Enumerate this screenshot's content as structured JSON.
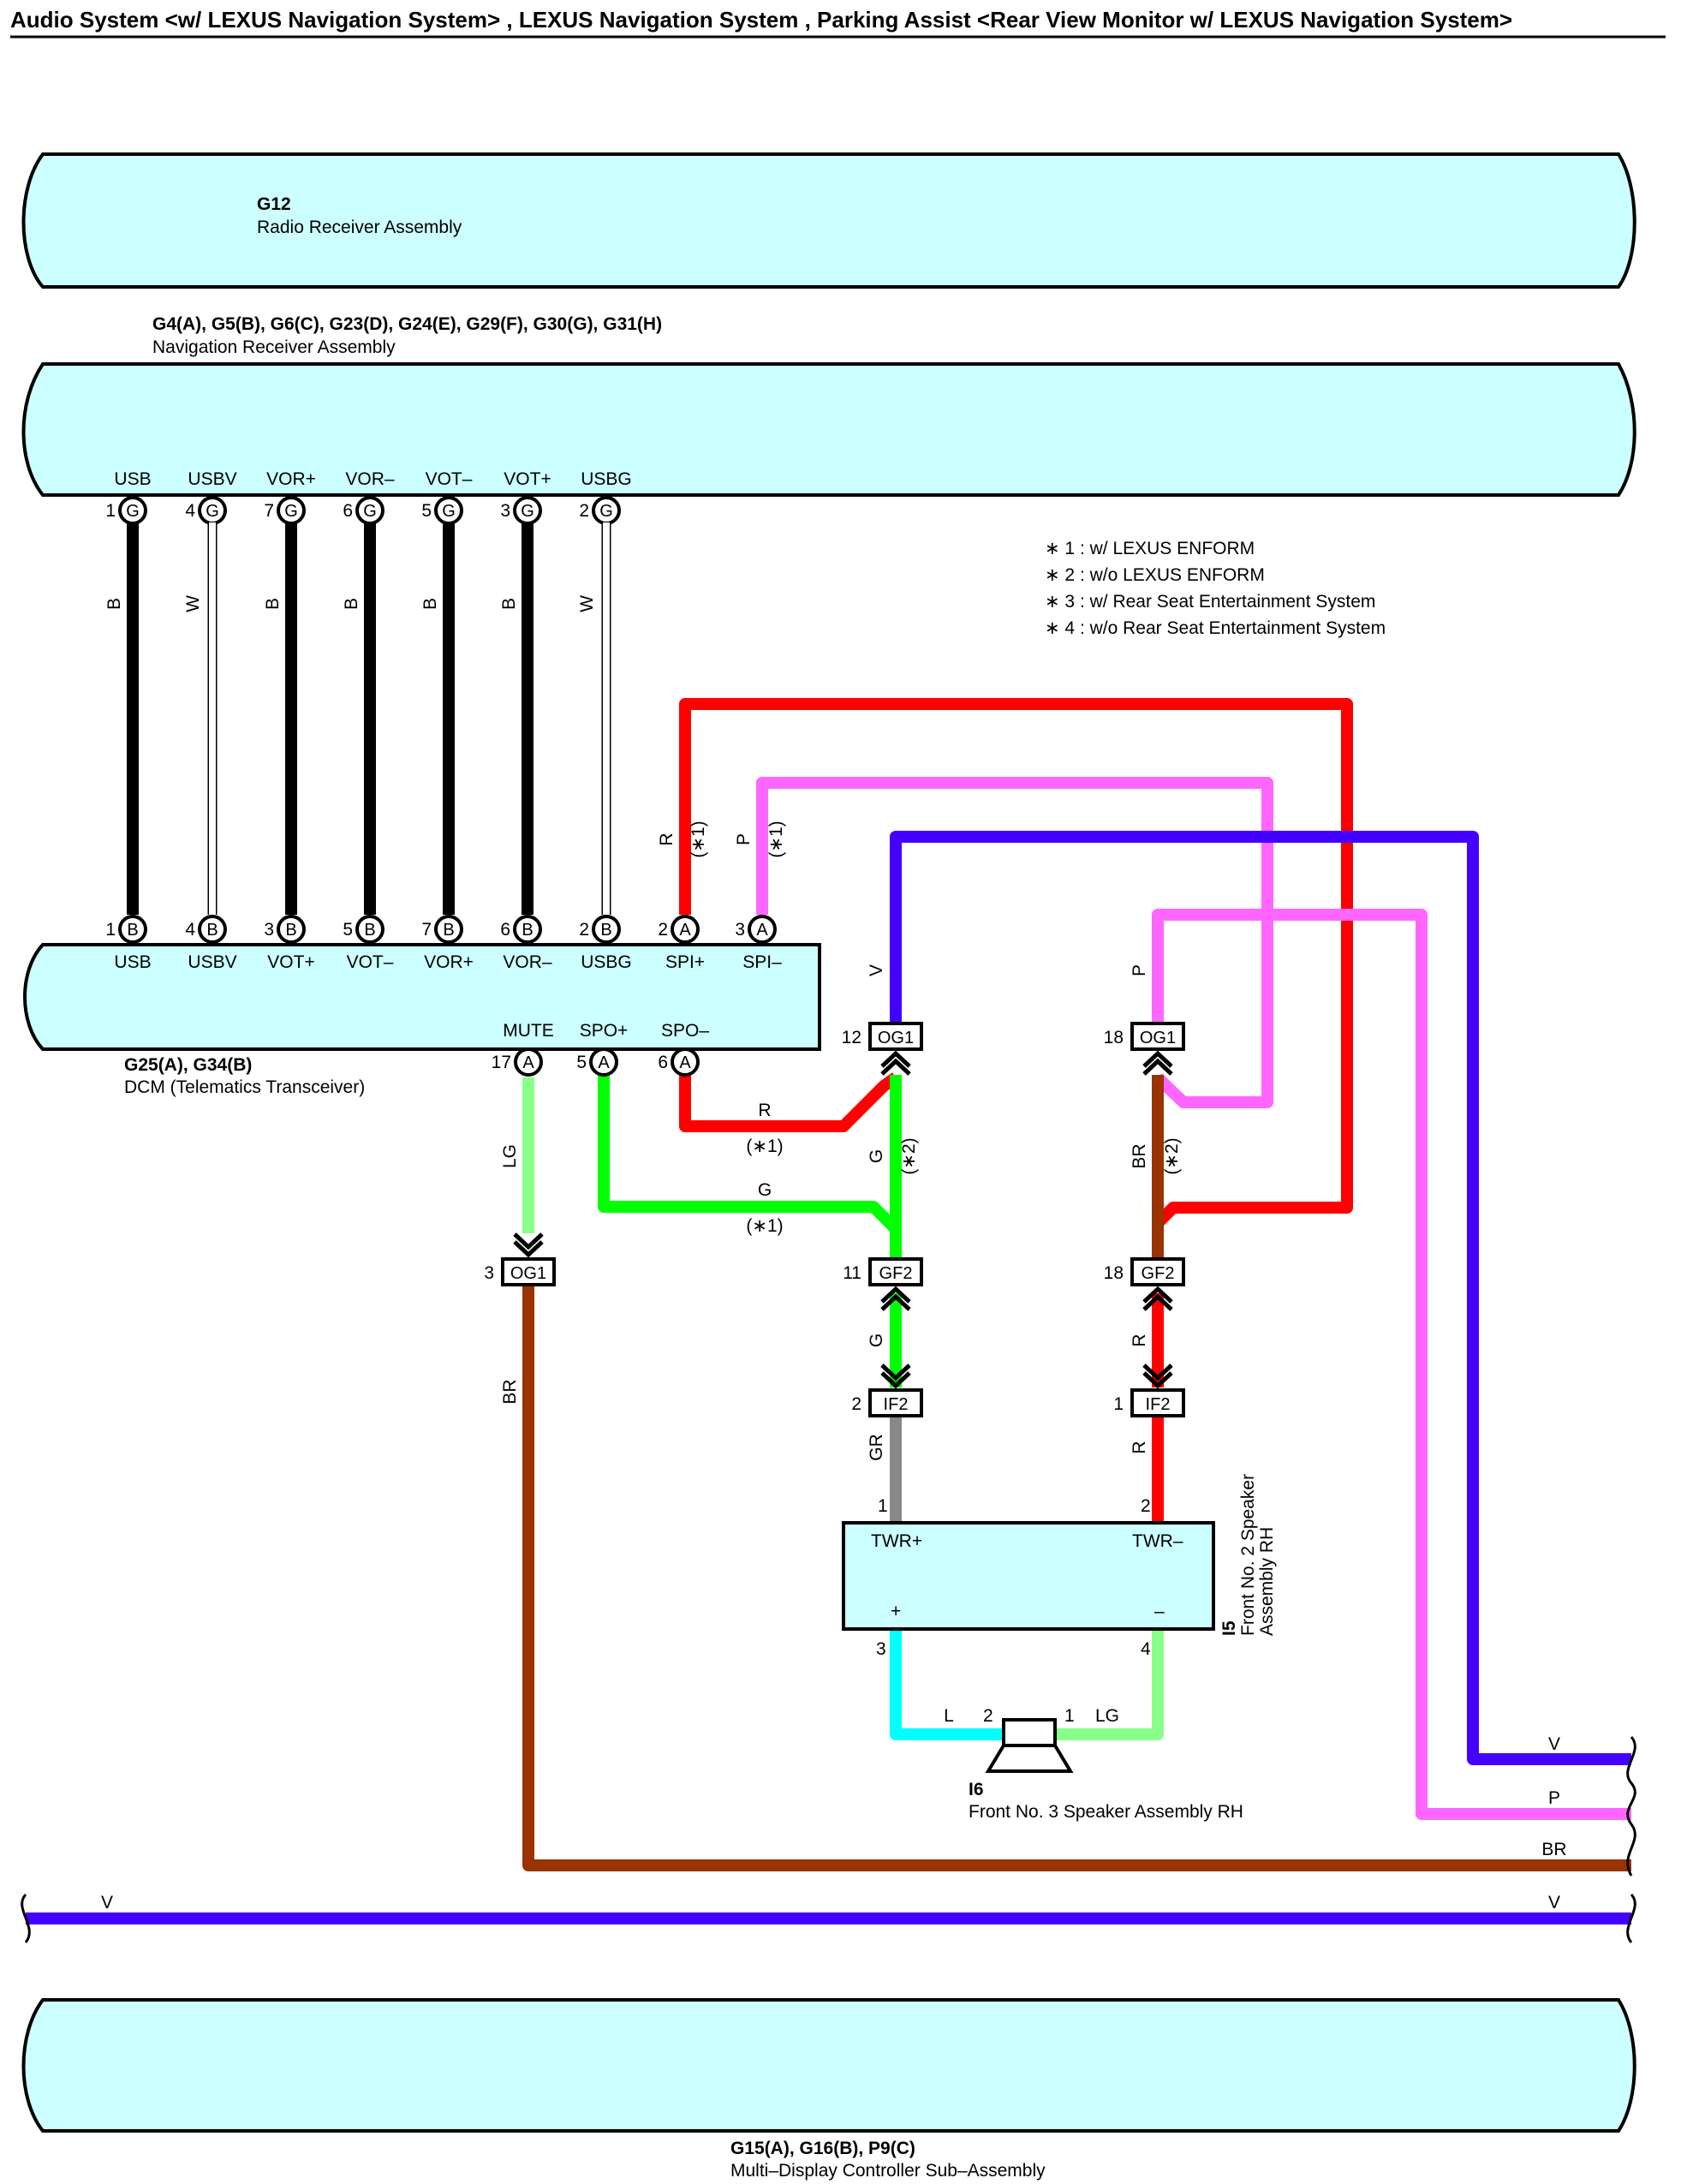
{
  "title": "Audio System <w/ LEXUS Navigation System> , LEXUS Navigation System , Parking Assist <Rear View Monitor w/ LEXUS Navigation System>",
  "components": {
    "radio": {
      "code": "G12",
      "name": "Radio Receiver Assembly"
    },
    "nav": {
      "code": "G4(A), G5(B), G6(C), G23(D), G24(E), G29(F), G30(G), G31(H)",
      "name": "Navigation Receiver Assembly",
      "pins": [
        {
          "label": "USB",
          "num": "1",
          "conn": "G"
        },
        {
          "label": "USBV",
          "num": "4",
          "conn": "G"
        },
        {
          "label": "VOR+",
          "num": "7",
          "conn": "G"
        },
        {
          "label": "VOR–",
          "num": "6",
          "conn": "G"
        },
        {
          "label": "VOT–",
          "num": "5",
          "conn": "G"
        },
        {
          "label": "VOT+",
          "num": "3",
          "conn": "G"
        },
        {
          "label": "USBG",
          "num": "2",
          "conn": "G"
        }
      ]
    },
    "dcm": {
      "code": "G25(A), G34(B)",
      "name": "DCM (Telematics Transceiver)",
      "top_pins": [
        {
          "label": "USB",
          "num": "1",
          "conn": "B"
        },
        {
          "label": "USBV",
          "num": "4",
          "conn": "B"
        },
        {
          "label": "VOT+",
          "num": "3",
          "conn": "B"
        },
        {
          "label": "VOT–",
          "num": "5",
          "conn": "B"
        },
        {
          "label": "VOR+",
          "num": "7",
          "conn": "B"
        },
        {
          "label": "VOR–",
          "num": "6",
          "conn": "B"
        },
        {
          "label": "USBG",
          "num": "2",
          "conn": "B"
        },
        {
          "label": "SPI+",
          "num": "2",
          "conn": "A"
        },
        {
          "label": "SPI–",
          "num": "3",
          "conn": "A"
        }
      ],
      "bottom_pins": [
        {
          "label": "MUTE",
          "num": "17",
          "conn": "A"
        },
        {
          "label": "SPO+",
          "num": "5",
          "conn": "A"
        },
        {
          "label": "SPO–",
          "num": "6",
          "conn": "A"
        }
      ]
    },
    "speaker2": {
      "code": "I5",
      "name_line1": "Front No. 2 Speaker",
      "name_line2": "Assembly RH",
      "pin_twr_plus": "TWR+",
      "pin_twr_minus": "TWR–",
      "plus": "+",
      "minus": "–",
      "pin1": "1",
      "pin2": "2",
      "pin3": "3",
      "pin4": "4"
    },
    "speaker3": {
      "code": "I6",
      "name": "Front No. 3 Speaker Assembly RH",
      "pin_l": "2",
      "pin_r": "1"
    },
    "mdc": {
      "code": "G15(A), G16(B), P9(C)",
      "name": "Multi–Display Controller Sub–Assembly"
    }
  },
  "connectors": {
    "og1_12": {
      "num": "12",
      "name": "OG1"
    },
    "og1_18": {
      "num": "18",
      "name": "OG1"
    },
    "og1_3": {
      "num": "3",
      "name": "OG1"
    },
    "gf2_11": {
      "num": "11",
      "name": "GF2"
    },
    "gf2_18": {
      "num": "18",
      "name": "GF2"
    },
    "if2_2": {
      "num": "2",
      "name": "IF2"
    },
    "if2_1": {
      "num": "1",
      "name": "IF2"
    }
  },
  "wire_labels": {
    "usb": "B",
    "usbv": "W",
    "vor_p": "B",
    "vor_m": "B",
    "vot_m": "B",
    "vot_p": "B",
    "usbg": "W",
    "spi_p": "R",
    "spi_m": "P",
    "spi_note": "(∗1)",
    "v_og1": "V",
    "p_og1": "P",
    "spo_m": "R",
    "spo_m_note": "(∗1)",
    "spo_p": "G",
    "spo_p_note": "(∗1)",
    "g_vert": "G",
    "g_vert_note": "(∗2)",
    "br_vert": "BR",
    "br_vert_note": "(∗2)",
    "mute": "LG",
    "mute_br": "BR",
    "gf2_g": "G",
    "gf2_r": "R",
    "if2_gr": "GR",
    "if2_r": "R",
    "spk_l": "L",
    "spk_lg": "LG",
    "out_v": "V",
    "out_p": "P",
    "out_br": "BR",
    "bus_v_left": "V",
    "bus_v_right": "V"
  },
  "notes": [
    "∗ 1 : w/ LEXUS ENFORM",
    "∗ 2 : w/o LEXUS ENFORM",
    "∗ 3 : w/ Rear Seat Entertainment System",
    "∗ 4 : w/o Rear Seat Entertainment System"
  ],
  "wire_colors": {
    "B": "#000000",
    "W": "#ffffff",
    "R": "#ff0000",
    "P": "#ff66ff",
    "V": "#4400ff",
    "G": "#00ff00",
    "LG": "#88ff88",
    "BR": "#993300",
    "GR": "#888888",
    "L": "#00ffff",
    "component_fill": "#ccffff"
  }
}
